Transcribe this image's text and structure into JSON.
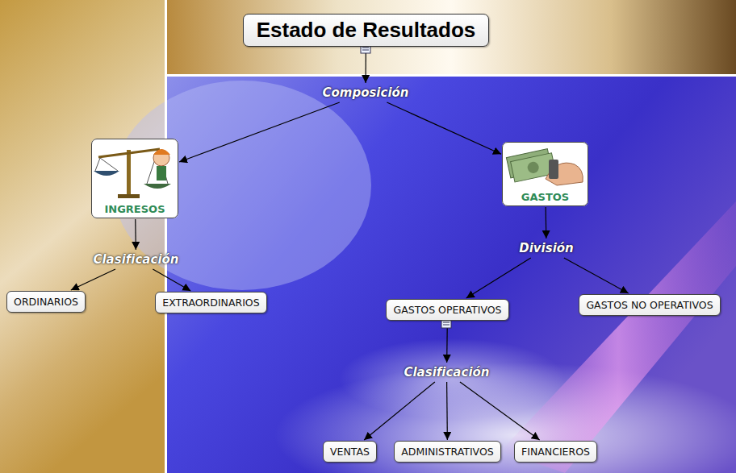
{
  "diagram": {
    "nodes": [
      {
        "text": [
          "Estado de Resultados"
        ]
      },
      {
        "text": [
          "Composición"
        ]
      },
      {
        "text": [
          "INGRESOS"
        ]
      },
      {
        "text": [
          "GASTOS"
        ]
      },
      {
        "text": [
          "Clasificación"
        ]
      },
      {
        "text": [
          "División"
        ]
      },
      {
        "text": [
          "ORDINARIOS"
        ]
      },
      {
        "text": [
          "EXTRAORDINARIOS"
        ]
      },
      {
        "text": [
          "GASTOS OPERATIVOS"
        ]
      },
      {
        "text": [
          "GASTOS NO OPERATIVOS"
        ]
      },
      {
        "text": [
          "Clasificación"
        ]
      },
      {
        "text": [
          "VENTAS"
        ]
      },
      {
        "text": [
          "ADMINISTRATIVOS"
        ]
      },
      {
        "text": [
          "FINANCIEROS"
        ]
      }
    ],
    "edges": [
      {
        "from": 0,
        "to": 1,
        "arrow": "to"
      },
      {
        "from": 1,
        "to": 2,
        "arrow": "to"
      },
      {
        "from": 1,
        "to": 3,
        "arrow": "to"
      },
      {
        "from": 2,
        "to": 4,
        "arrow": "to"
      },
      {
        "from": 3,
        "to": 5,
        "arrow": "to"
      },
      {
        "from": 4,
        "to": 6,
        "arrow": "to"
      },
      {
        "from": 4,
        "to": 7,
        "arrow": "to"
      },
      {
        "from": 5,
        "to": 8,
        "arrow": "to"
      },
      {
        "from": 5,
        "to": 9,
        "arrow": "to"
      },
      {
        "from": 8,
        "to": 10,
        "arrow": "to"
      },
      {
        "from": 10,
        "to": 11,
        "arrow": "to"
      },
      {
        "from": 10,
        "to": 12,
        "arrow": "to"
      },
      {
        "from": 10,
        "to": 13,
        "arrow": "to"
      }
    ]
  }
}
